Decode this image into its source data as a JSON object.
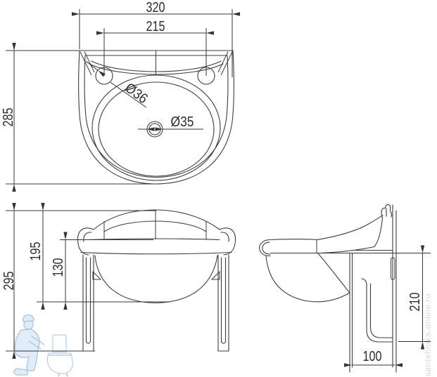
{
  "dimensions": {
    "top_width": "320",
    "tap_hole_spacing": "215",
    "top_depth": "285",
    "tap_hole_dia": "Ø36",
    "drain_dia": "Ø35",
    "front_total_height": "295",
    "front_upper_height": "195",
    "front_bowl_depth": "130",
    "side_mount_height": "210",
    "side_back_depth": "100"
  },
  "watermarks": {
    "site": "santehnika-online.ru"
  },
  "colors": {
    "line": "#3c3c3c",
    "text": "#2d2d2d",
    "watermark_blue": "#8fb3d6",
    "watermark_text": "#d7d7d7"
  }
}
